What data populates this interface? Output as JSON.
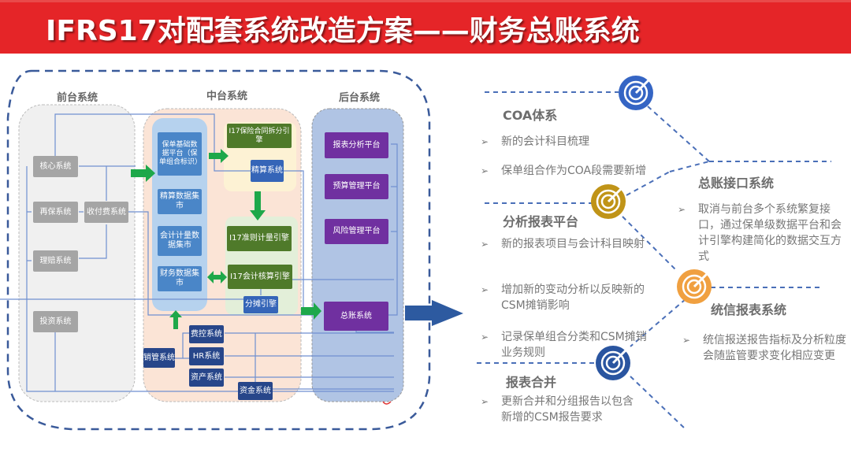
{
  "header": {
    "title": "IFRS17对配套系统改造方案——财务总账系统",
    "color": "#e52528"
  },
  "diagram": {
    "front": {
      "label": "前台系统",
      "systems": [
        "核心系统",
        "再保系统",
        "收付费系统",
        "理赔系统",
        "投资系统"
      ]
    },
    "middle": {
      "label": "中台系统",
      "data_platform": [
        "保单基础数据平台（保单组合标识）",
        "精算数据集市",
        "会计计量数据集市",
        "财务数据集市"
      ],
      "engines": {
        "split": "I17保险合同拆分引擎",
        "actuarial": "精算系统",
        "measurement": "I17准则计量引擎",
        "accounting": "I17会计核算引擎",
        "allocation": "分摊引擎"
      },
      "support": {
        "sales": "销管系统",
        "cost": "费控系统",
        "hr": "HR系统",
        "assets": "资产系统",
        "treasury": "资金系统"
      }
    },
    "back": {
      "label": "后台系统",
      "systems": [
        "报表分析平台",
        "预算管理平台",
        "风险管理平台",
        "总账系统"
      ]
    }
  },
  "panels": [
    {
      "title": "COA体系",
      "icon": "target-icon",
      "icon_color": "#3565c4",
      "bullets": [
        "新的会计科目梳理",
        "保单组合作为COA段需要新增"
      ]
    },
    {
      "title": "分析报表平台",
      "icon": "target-icon",
      "icon_color": "#c09418",
      "bullets": [
        "新的报表项目与会计科目映射",
        "增加新的变动分析以反映新的CSM摊销影响",
        "记录保单组合分类和CSM摊销业务规则"
      ]
    },
    {
      "title": "报表合并",
      "icon": "target-icon",
      "icon_color": "#2a55a0",
      "bullets": [
        "更新合并和分组报告以包含新增的CSM报告要求"
      ]
    },
    {
      "title": "总账接口系统",
      "icon": "",
      "icon_color": "",
      "bullets": [
        "取消与前台多个系统繁复接口，通过保单级数据平台和会计引擎构建简化的数据交互方式"
      ]
    },
    {
      "title": "统信报表系统",
      "icon": "target-icon",
      "icon_color": "#f0a040",
      "bullets": [
        "统信报送报告指标及分析粒度会随监管要求变化相应变更"
      ]
    }
  ],
  "bullet_marker": "➢"
}
